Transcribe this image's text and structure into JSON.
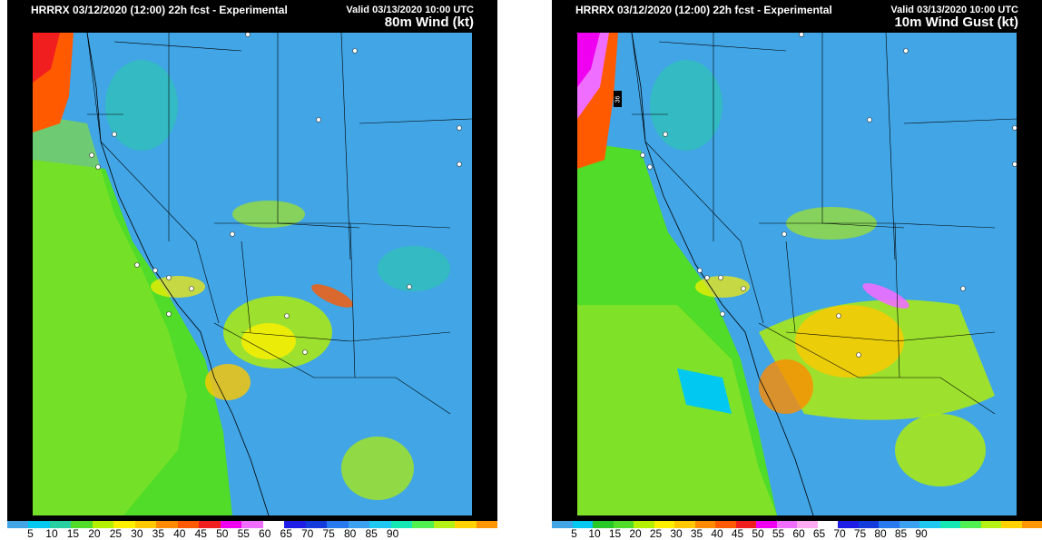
{
  "panels": [
    {
      "header_left": "HRRRX 03/12/2020 (12:00) 22h fcst - Experimental",
      "header_valid": "Valid 03/13/2020 10:00 UTC",
      "title": "80m Wind (kt)",
      "colorbar": {
        "colors": [
          "#41a5e6",
          "#00c8f0",
          "#28cfa0",
          "#50dc28",
          "#b4f000",
          "#fff000",
          "#ffc800",
          "#ff8c00",
          "#ff5a00",
          "#f01e1e",
          "#f000f0",
          "#f06eff",
          "#ffffff",
          "#1e1ee6",
          "#143cdc",
          "#2878f0",
          "#3ca0f0",
          "#1ec8f0",
          "#14e6b4",
          "#50f050",
          "#b4f014",
          "#ffd200",
          "#ff9600"
        ],
        "labels": [
          "5",
          "10",
          "15",
          "20",
          "25",
          "30",
          "35",
          "40",
          "45",
          "50",
          "55",
          "60",
          "65",
          "70",
          "75",
          "80",
          "85",
          "90"
        ]
      }
    },
    {
      "header_left": "HRRRX 03/12/2020 (12:00) 22h fcst - Experimental",
      "header_valid": "Valid 03/13/2020 10:00 UTC",
      "title": "10m Wind Gust (kt)",
      "marker_label": "36",
      "colorbar": {
        "colors": [
          "#41a5e6",
          "#00c8f0",
          "#28c828",
          "#50dc28",
          "#b4f000",
          "#fff000",
          "#ffc800",
          "#ff8c00",
          "#ff5a00",
          "#f01e1e",
          "#f000f0",
          "#f06eff",
          "#ffaaf0",
          "#ffffff",
          "#1e1ee6",
          "#143cdc",
          "#2878f0",
          "#3ca0f0",
          "#1ec8f0",
          "#14e6b4",
          "#50f050",
          "#b4f014",
          "#ffd200",
          "#ff9600"
        ],
        "labels": [
          "5",
          "10",
          "15",
          "20",
          "25",
          "30",
          "35",
          "40",
          "45",
          "50",
          "55",
          "60",
          "65",
          "70",
          "75",
          "80",
          "85",
          "90"
        ]
      }
    }
  ]
}
